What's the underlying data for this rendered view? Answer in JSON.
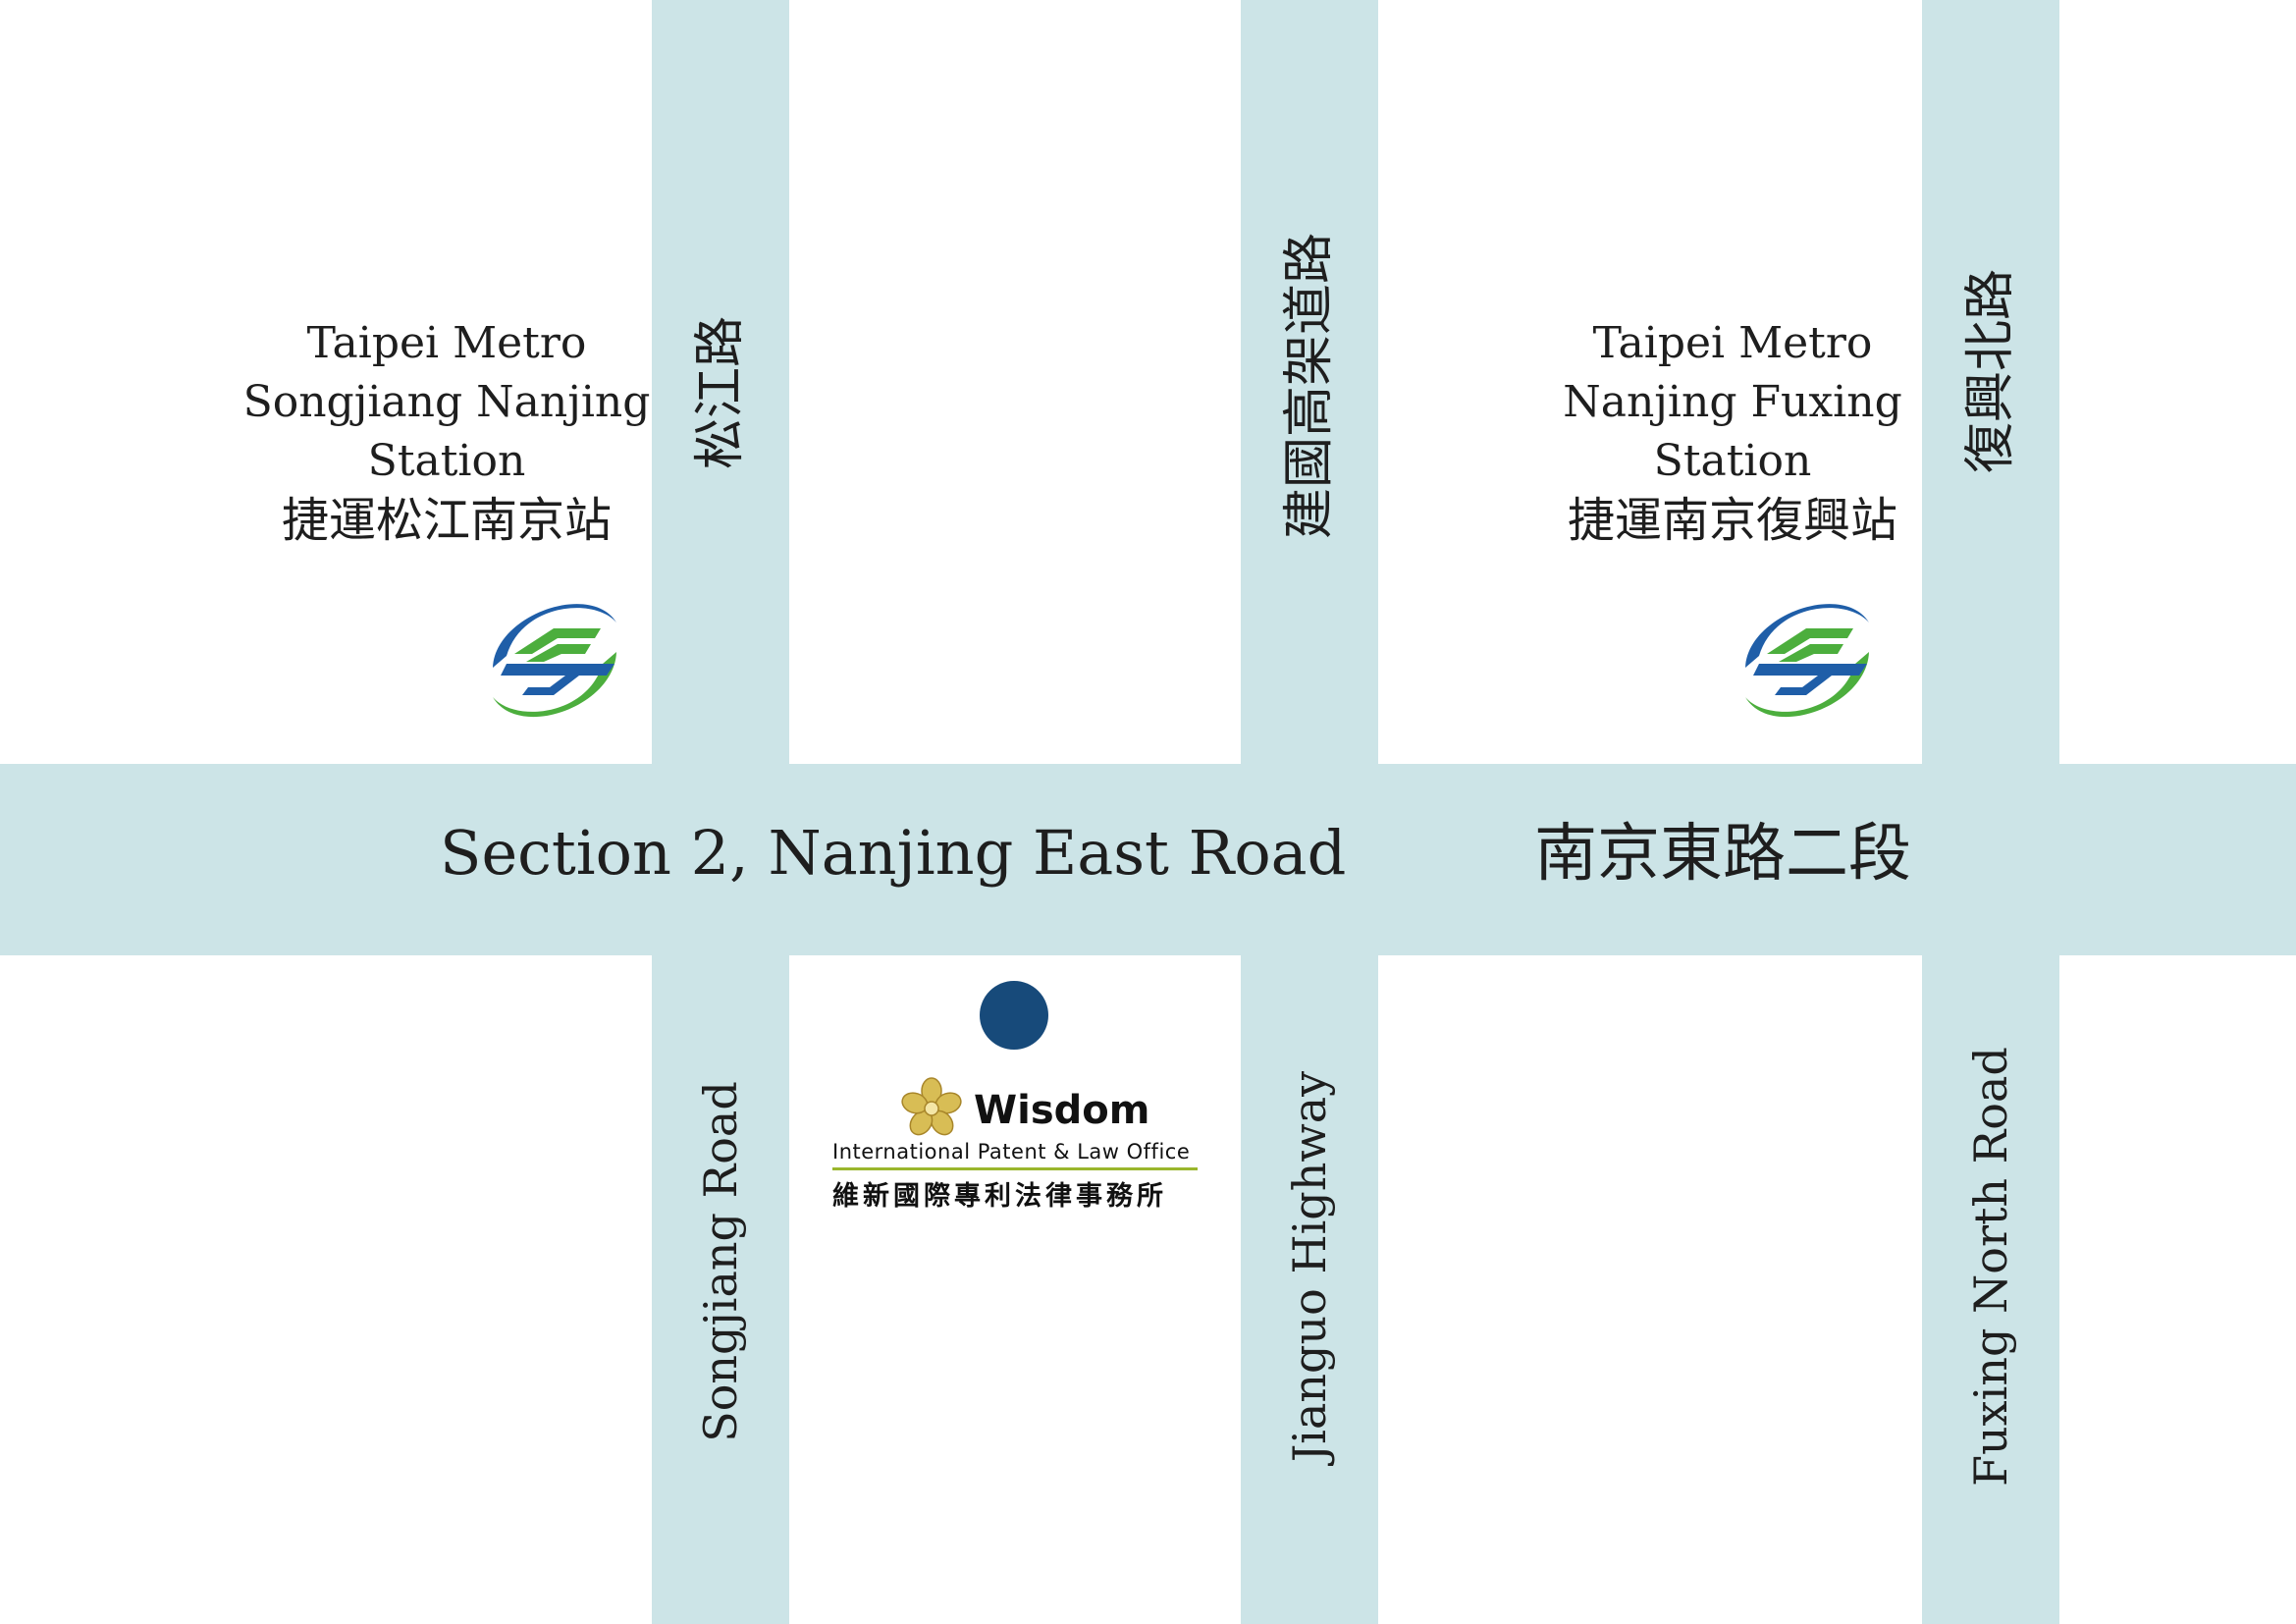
{
  "roads": {
    "nanjing_en": "Section 2, Nanjing East Road",
    "nanjing_zh": "南京東路二段",
    "songjiang_zh": "松江路",
    "songjiang_en": "Songjiang Road",
    "jianguo_zh": "建國高架道路",
    "jianguo_en": "Jianguo Highway",
    "fuxing_zh": "復興北路",
    "fuxing_en": "Fuxing North Road"
  },
  "stations": [
    {
      "lines": [
        "Taipei Metro",
        "Songjiang Nanjing",
        "Station"
      ],
      "zh": "捷運松江南京站",
      "icon": "taipei-metro-logo"
    },
    {
      "lines": [
        "Taipei Metro",
        "Nanjing Fuxing",
        "Station"
      ],
      "zh": "捷運南京復興站",
      "icon": "taipei-metro-logo"
    }
  ],
  "firm": {
    "name": "Wisdom",
    "subtitle": "International Patent & Law Office",
    "name_zh": "維新國際專利法律事務所",
    "icon": "cherry-blossom-logo"
  },
  "colors": {
    "road": "#cce4e7",
    "location_dot": "#174a7a",
    "metro_blue": "#1f5ea8",
    "metro_green": "#4cae3d",
    "logo_gold": "#c9a93c",
    "accent_rule": "#9ab62c"
  }
}
